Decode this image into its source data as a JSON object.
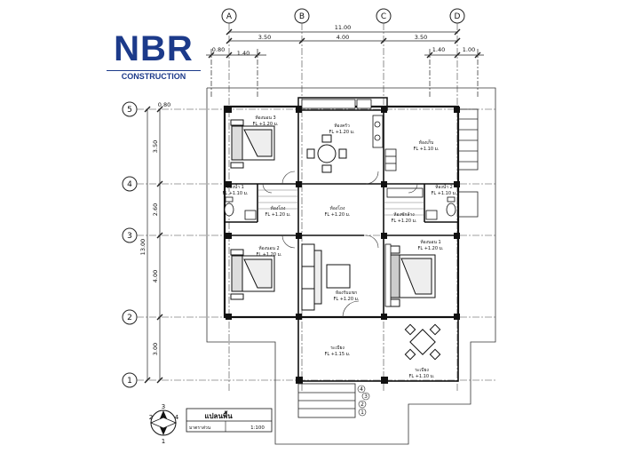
{
  "logo": {
    "main": "NBR",
    "sub": "CONSTRUCTION"
  },
  "grid": {
    "cols": [
      "A",
      "B",
      "C",
      "D"
    ],
    "rows": [
      "5",
      "4",
      "3",
      "2",
      "1"
    ]
  },
  "dimensions": {
    "overall_top": "11.00",
    "top_segments": [
      "3.50",
      "4.00",
      "3.50"
    ],
    "top_sub_left": [
      "0.80",
      "1.40"
    ],
    "top_sub_right": [
      "1.40",
      "1.00"
    ],
    "overall_left": "13.00",
    "left_segments": [
      "3.50",
      "2.60",
      "4.00",
      "3.00"
    ],
    "left_sub_top": "0.80"
  },
  "rooms": {
    "bed3": {
      "name": "ห้องนอน 3",
      "level": "FL +1.20 ม."
    },
    "dining": {
      "name": "ห้องครัว",
      "level": "FL +1.20 ม."
    },
    "store": {
      "name": "ห้องเก็บ",
      "level": "FL +1.10 ม."
    },
    "bath1": {
      "name": "ห้องน้ำ 1",
      "level": "FL +1.10 ม."
    },
    "bath2": {
      "name": "ห้องน้ำ 2",
      "level": "FL +1.10 ม."
    },
    "hall": {
      "name": "ห้องโถง",
      "level": "FL +1.20 ม."
    },
    "laundry": {
      "name": "ห้องซักล้าง",
      "level": "FL +1.20 ม."
    },
    "corridor": {
      "name": "ห้องโถง",
      "level": "FL +1.20 ม."
    },
    "bed1": {
      "name": "ห้องนอน 1",
      "level": "FL +1.20 ม."
    },
    "bed2": {
      "name": "ห้องนอน 2",
      "level": "FL +1.20 ม."
    },
    "living": {
      "name": "ห้องรับแขก",
      "level": "FL +1.20 ม."
    },
    "porch": {
      "name": "ระเบียง",
      "level": "FL +1.15 ม."
    },
    "terrace": {
      "name": "ระเบียง",
      "level": "FL +1.10 ม."
    }
  },
  "stair_steps": [
    "4",
    "3",
    "2",
    "1"
  ],
  "title_block": {
    "title": "แปลนพื้น",
    "label": "มาตราส่วน",
    "scale": "1:100"
  },
  "compass": {
    "n": "3",
    "w": "2",
    "e": "4",
    "s": "1"
  }
}
